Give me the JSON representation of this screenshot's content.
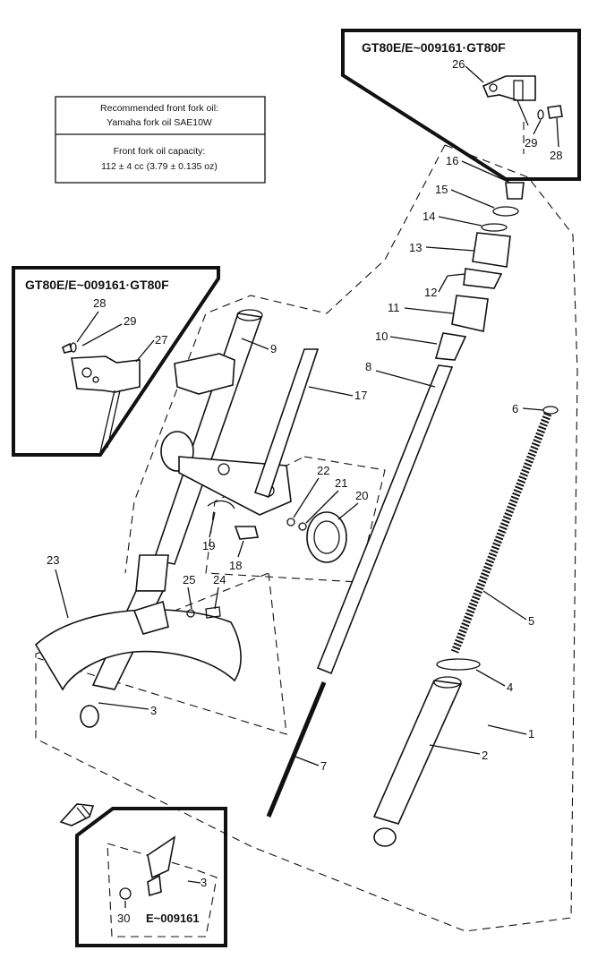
{
  "oil_box": {
    "recommended_title": "Recommended front fork oil:",
    "recommended_value": "Yamaha fork oil SAE10W",
    "capacity_title": "Front fork oil capacity:",
    "capacity_value": "112 ± 4 cc (3.79 ± 0.135 oz)"
  },
  "inset_top": {
    "title": "GT80E/E~009161·GT80F",
    "labels": [
      "26",
      "29",
      "28"
    ]
  },
  "inset_left": {
    "title": "GT80E/E~009161·GT80F",
    "labels": [
      "28",
      "29",
      "27"
    ]
  },
  "inset_bottom": {
    "labels": [
      "3",
      "30",
      "E~009161"
    ]
  },
  "callouts": [
    "1",
    "2",
    "3",
    "4",
    "5",
    "6",
    "7",
    "8",
    "9",
    "10",
    "11",
    "12",
    "13",
    "14",
    "15",
    "16",
    "17",
    "18",
    "19",
    "20",
    "21",
    "22",
    "23",
    "24",
    "25"
  ]
}
